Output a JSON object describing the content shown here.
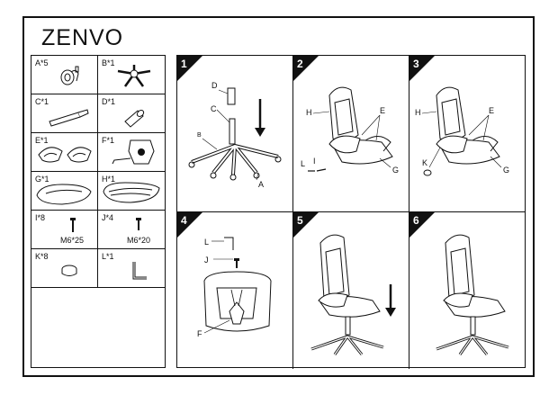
{
  "brand": "ZENVO",
  "parts": [
    {
      "label": "A*5"
    },
    {
      "label": "B*1"
    },
    {
      "label": "C*1"
    },
    {
      "label": "D*1"
    },
    {
      "label": "E*1"
    },
    {
      "label": "F*1"
    },
    {
      "label": "G*1"
    },
    {
      "label": "H*1"
    },
    {
      "label": "I*8",
      "spec": "M6*25"
    },
    {
      "label": "J*4",
      "spec": "M6*20"
    },
    {
      "label": "K*8"
    },
    {
      "label": "L*1"
    }
  ],
  "steps": [
    {
      "num": "1",
      "callouts": {
        "d": "D",
        "c": "C",
        "b": "B",
        "a": "A"
      }
    },
    {
      "num": "2",
      "callouts": {
        "h": "H",
        "e": "E",
        "l": "L",
        "i": "I",
        "g": "G"
      }
    },
    {
      "num": "3",
      "callouts": {
        "h": "H",
        "e": "E",
        "k": "K",
        "g": "G"
      }
    },
    {
      "num": "4",
      "callouts": {
        "l": "L",
        "j": "J",
        "f": "F"
      }
    },
    {
      "num": "5"
    },
    {
      "num": "6"
    }
  ]
}
